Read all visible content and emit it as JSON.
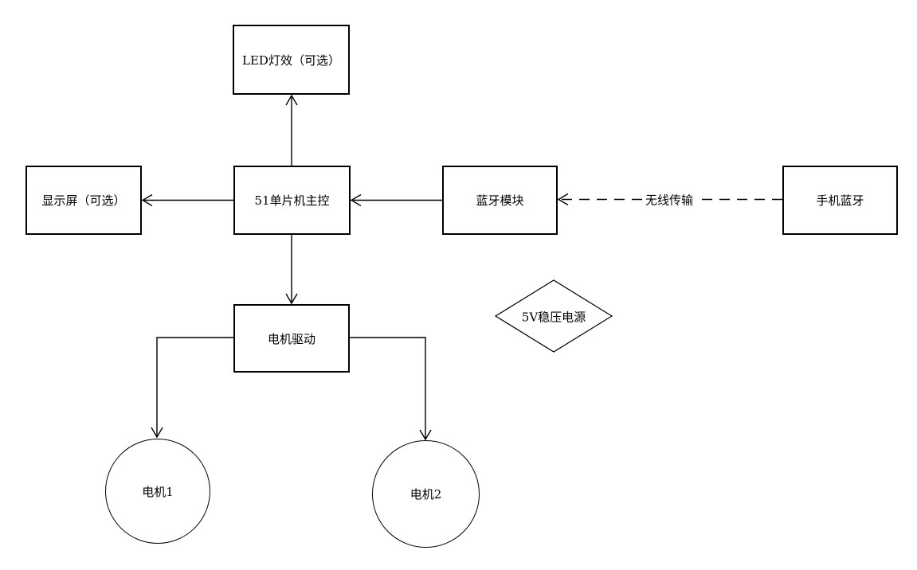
{
  "diagram": {
    "background_color": "#ffffff",
    "stroke_color": "#000000",
    "nodes": {
      "led": {
        "label": "LED灯效（可选）",
        "shape": "rect"
      },
      "display": {
        "label": "显示屏（可选）",
        "shape": "rect"
      },
      "mcu": {
        "label": "51单片机主控",
        "shape": "rect"
      },
      "bluetooth": {
        "label": "蓝牙模块",
        "shape": "rect"
      },
      "phone": {
        "label": "手机蓝牙",
        "shape": "rect"
      },
      "driver": {
        "label": "电机驱动",
        "shape": "rect"
      },
      "power": {
        "label": "5V稳压电源",
        "shape": "diamond"
      },
      "motor1": {
        "label": "电机1",
        "shape": "circle"
      },
      "motor2": {
        "label": "电机2",
        "shape": "circle"
      }
    },
    "edges": [
      {
        "from": "mcu",
        "to": "led",
        "style": "solid",
        "label": ""
      },
      {
        "from": "mcu",
        "to": "display",
        "style": "solid",
        "label": ""
      },
      {
        "from": "bluetooth",
        "to": "mcu",
        "style": "solid",
        "label": ""
      },
      {
        "from": "phone",
        "to": "bluetooth",
        "style": "dashed",
        "label": "无线传输"
      },
      {
        "from": "mcu",
        "to": "driver",
        "style": "solid",
        "label": ""
      },
      {
        "from": "driver",
        "to": "motor1",
        "style": "solid",
        "label": ""
      },
      {
        "from": "driver",
        "to": "motor2",
        "style": "solid",
        "label": ""
      }
    ]
  }
}
